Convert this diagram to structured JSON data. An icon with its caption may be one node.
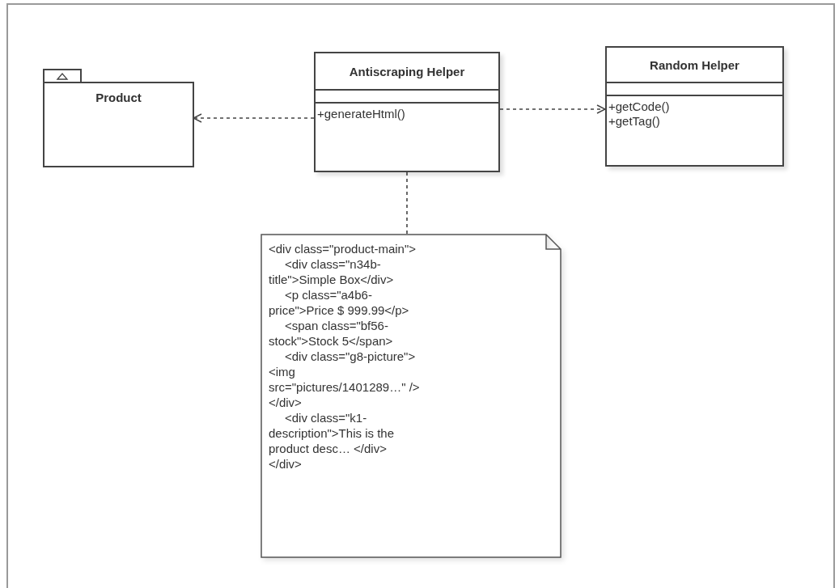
{
  "diagram": {
    "nodes": [
      {
        "text": [
          "Product"
        ]
      },
      {
        "text": [
          "Antiscraping Helper",
          "+generateHtml()"
        ]
      },
      {
        "text": [
          "Random Helper",
          "+getCode()",
          "+getTag()"
        ]
      },
      {
        "text": [
          "<div class=\"product-main\">",
          "<div class=\"n34b-title\">Simple Box</div>",
          "<p class=\"a4b6-price\">Price $ 999.99</p>",
          "<span class=\"bf56-stock\">Stock 5</span>",
          "<div class=\"g8-picture\"><img src=\"pictures/1401289…\" /></div>",
          "<div class=\"k1-description\">This is the product desc… </div>",
          "</div>"
        ]
      }
    ],
    "edges": [
      {
        "from": 1,
        "to": 0,
        "arrow": "to",
        "style": "dashed"
      },
      {
        "from": 1,
        "to": 2,
        "arrow": "to",
        "style": "dashed"
      },
      {
        "from": 1,
        "to": 3,
        "arrow": "none",
        "style": "dashed"
      }
    ]
  }
}
